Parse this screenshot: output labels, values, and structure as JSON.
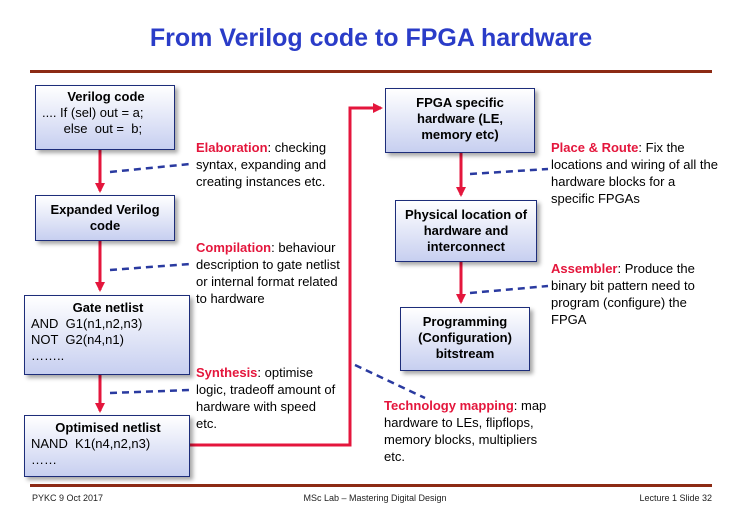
{
  "slide": {
    "title": "From Verilog code to FPGA hardware"
  },
  "boxes": {
    "verilog_code": {
      "heading": "Verilog code",
      "lines": [
        ".... If (sel) out = a;",
        "      else  out =  b;"
      ]
    },
    "expanded_verilog": {
      "heading": "Expanded Verilog code"
    },
    "gate_netlist": {
      "heading": "Gate netlist",
      "lines": [
        "AND  G1(n1,n2,n3)",
        "NOT  G2(n4,n1)",
        "…….."
      ]
    },
    "optimised_netlist": {
      "heading": "Optimised netlist",
      "lines": [
        "NAND  K1(n4,n2,n3)",
        "……"
      ]
    },
    "fpga_specific": {
      "heading": "FPGA specific hardware (LE, memory etc)"
    },
    "physical_location": {
      "heading": "Physical location of hardware and interconnect"
    },
    "programming": {
      "heading": "Programming (Configuration) bitstream"
    }
  },
  "notes": {
    "elaboration": {
      "keyword": "Elaboration",
      "text": ": checking syntax, expanding and creating instances etc."
    },
    "compilation": {
      "keyword": "Compilation",
      "text": ": behaviour description to gate netlist or internal format related to hardware"
    },
    "synthesis": {
      "keyword": "Synthesis",
      "text": ": optimise logic, tradeoff amount of hardware with speed etc."
    },
    "technology_mapping": {
      "keyword": "Technology mapping",
      "text": ": map hardware to LEs, flipflops, memory blocks, multipliers etc."
    },
    "place_route": {
      "keyword": "Place & Route",
      "text": ": Fix the locations and wiring of all the hardware blocks for a specific FPGAs"
    },
    "assembler": {
      "keyword": "Assembler",
      "text": ": Produce the binary bit pattern need to program (configure) the FPGA"
    }
  },
  "footer": {
    "author_date": "PYKC  9 Oct 2017",
    "course": "MSc Lab – Mastering Digital Design",
    "slide_ref": "Lecture 1 Slide 32"
  },
  "colors": {
    "title": "#2a3cc8",
    "arrow": "#e4163c",
    "dashed_leader": "#2a3aa0",
    "rule": "#8c2a14",
    "keyword": "#e4163c"
  }
}
